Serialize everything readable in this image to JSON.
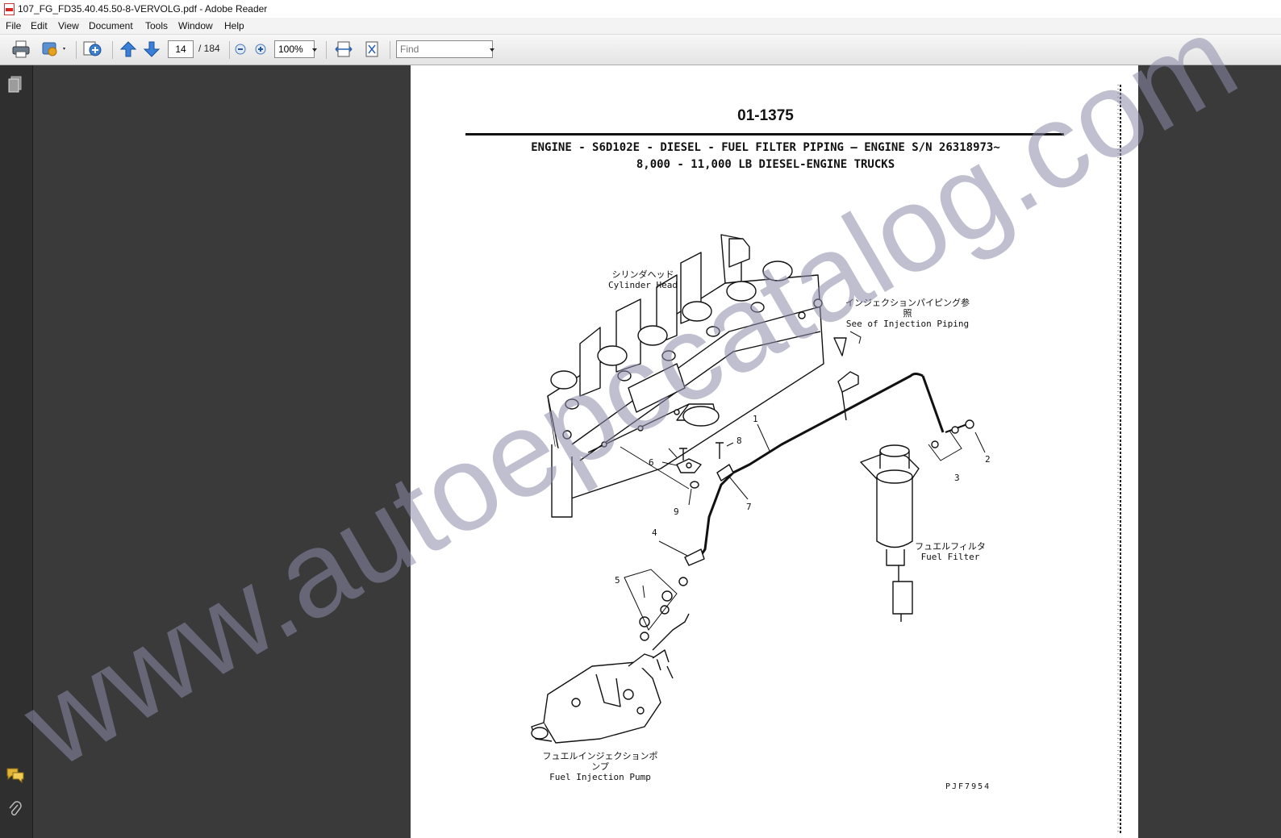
{
  "window": {
    "title": "107_FG_FD35.40.45.50-8-VERVOLG.pdf - Adobe Reader"
  },
  "menu": [
    "File",
    "Edit",
    "View",
    "Document",
    "Tools",
    "Window",
    "Help"
  ],
  "toolbar": {
    "current_page": "14",
    "total_pages": "/ 184",
    "zoom": "100%",
    "find_placeholder": "Find"
  },
  "document": {
    "page_number": "01-1375",
    "heading_line1": "ENGINE - S6D102E - DIESEL - FUEL FILTER PIPING — ENGINE S/N 26318973~",
    "heading_line2": "8,000 - 11,000 LB DIESEL-ENGINE TRUCKS",
    "labels": {
      "cylinder_head_jp": "シリンダヘッド",
      "cylinder_head_en": "Cylinder Head",
      "injection_piping_jp": "インジェクションパイピング参照",
      "injection_piping_en": "See of Injection Piping",
      "fuel_filter_jp": "フュエルフィルタ",
      "fuel_filter_en": "Fuel Filter",
      "injection_pump_jp": "フュエルインジェクションポンプ",
      "injection_pump_en": "Fuel Injection Pump",
      "drawing_code": "PJF7954"
    },
    "callouts": [
      "1",
      "2",
      "3",
      "4",
      "5",
      "6",
      "7",
      "8",
      "9"
    ]
  },
  "watermark": "www.autoepccatalog.com",
  "colors": {
    "accent_blue": "#2f74c6",
    "watermark": "#8a8aa8"
  }
}
